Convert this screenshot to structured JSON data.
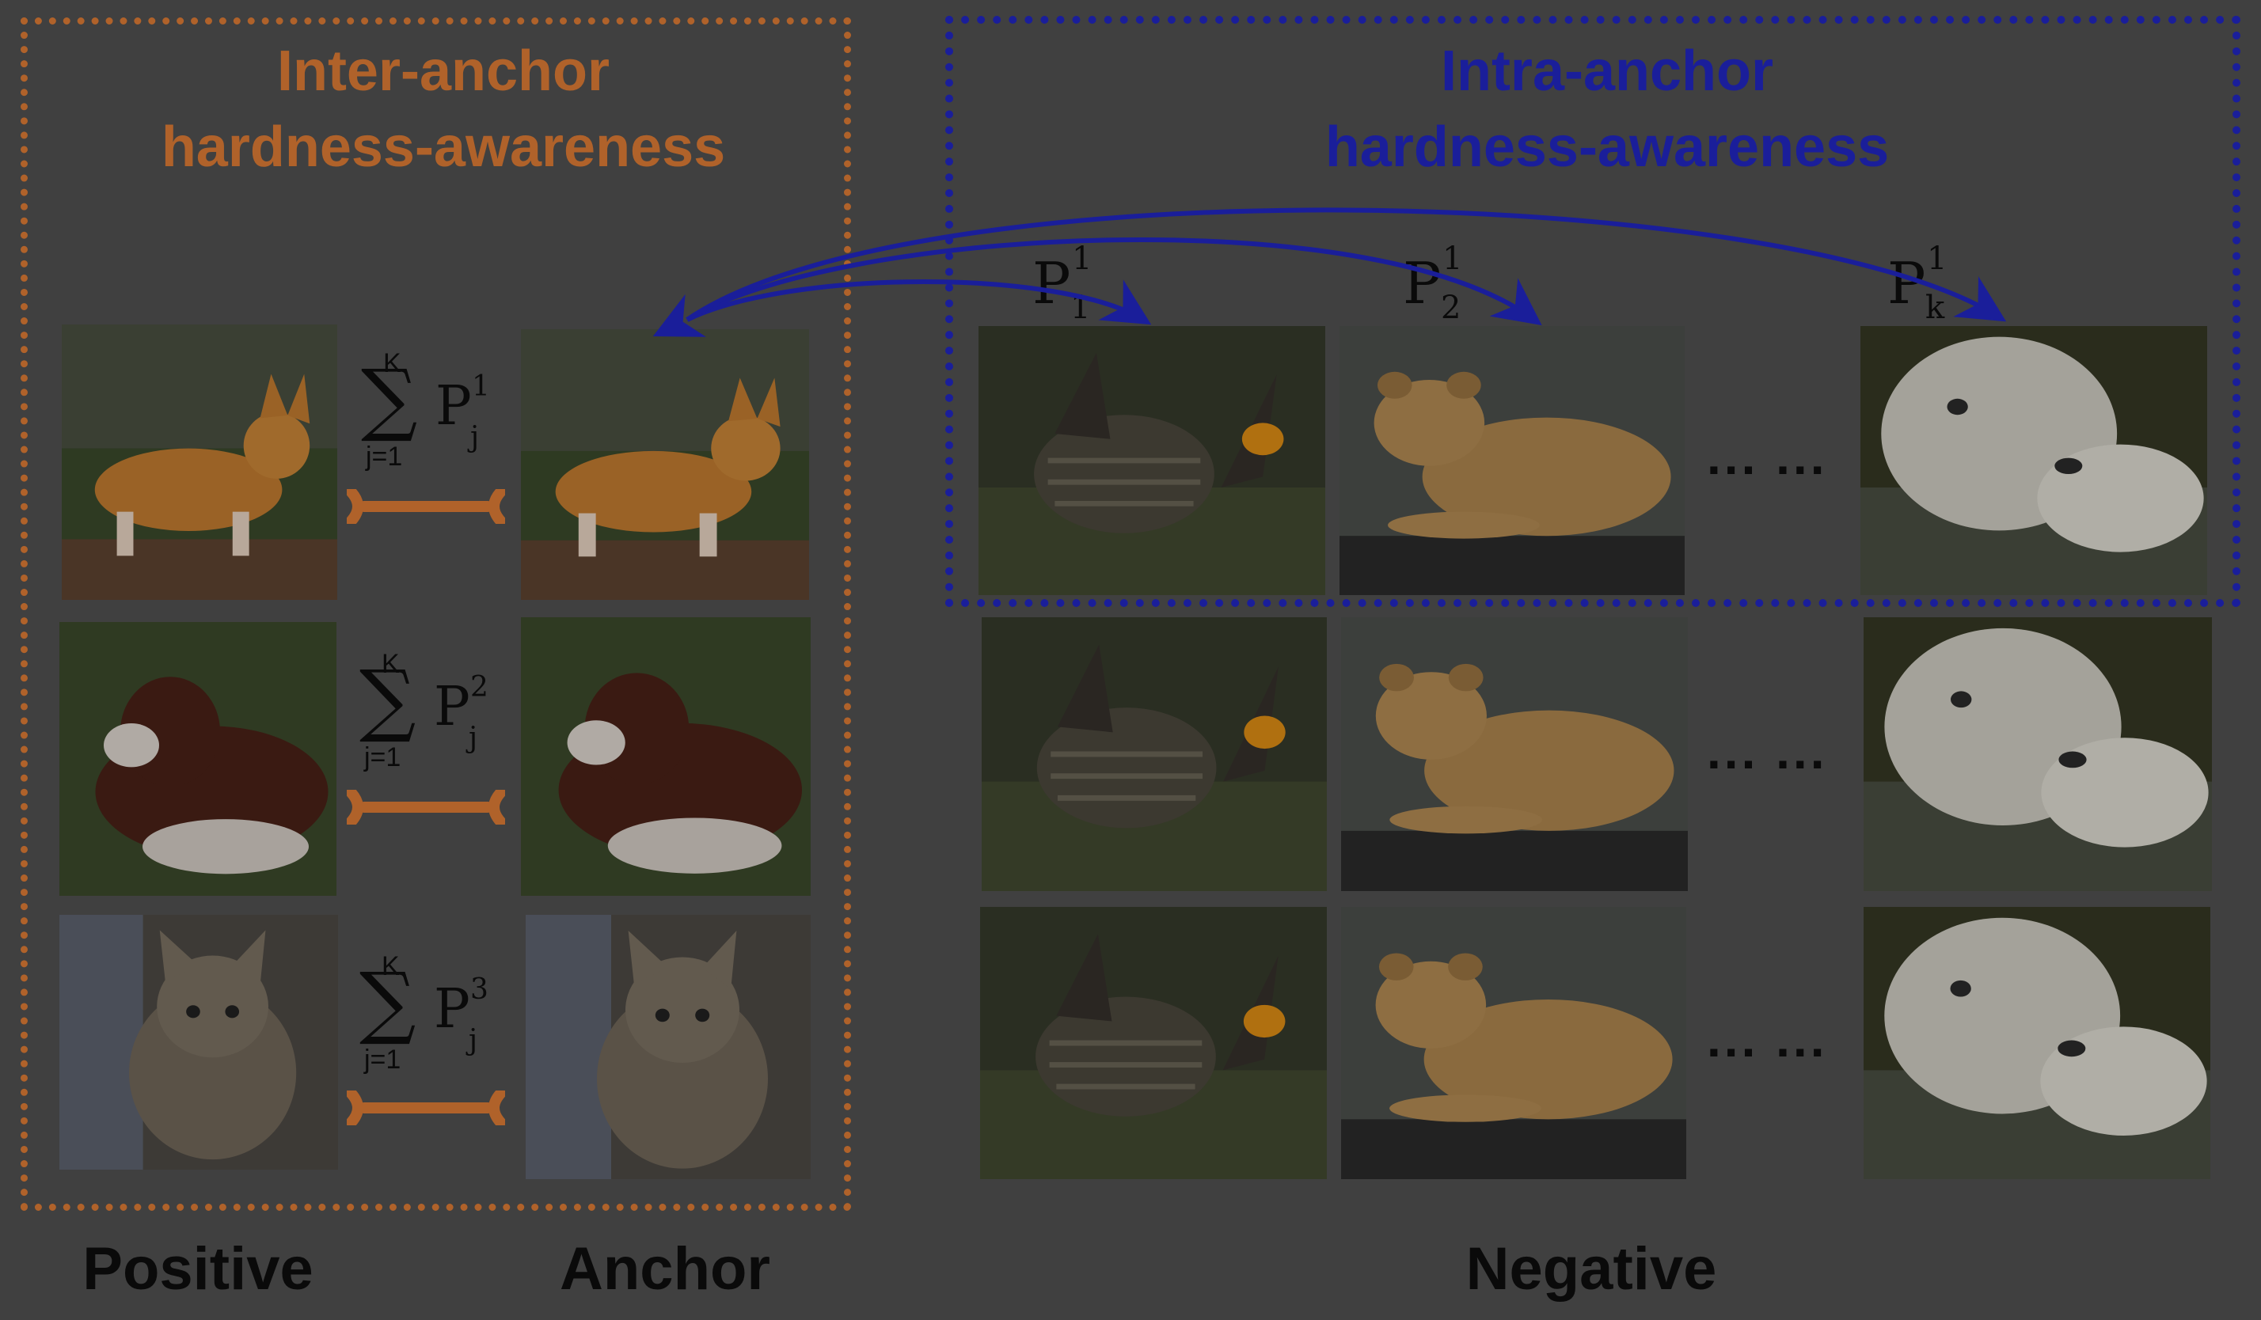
{
  "titles": {
    "inter_line1": "Inter-anchor",
    "inter_line2": "hardness-awareness",
    "intra_line1": "Intra-anchor",
    "intra_line2": "hardness-awareness"
  },
  "column_labels": {
    "positive": "Positive",
    "anchor": "Anchor",
    "negative": "Negative"
  },
  "formulas": [
    {
      "upper": "K",
      "lower": "j=1",
      "P": "P",
      "sub": "j",
      "sup": "1"
    },
    {
      "upper": "K",
      "lower": "j=1",
      "P": "P",
      "sub": "j",
      "sup": "2"
    },
    {
      "upper": "K",
      "lower": "j=1",
      "P": "P",
      "sub": "j",
      "sup": "3"
    }
  ],
  "p_labels": [
    {
      "P": "P",
      "sub": "1",
      "sup": "1"
    },
    {
      "P": "P",
      "sub": "2",
      "sup": "1"
    },
    {
      "P": "P",
      "sub": "k",
      "sup": "1"
    }
  ],
  "ellipsis": "... ...",
  "colors": {
    "inter": "#b0622a",
    "intra": "#1a1e9a",
    "arrow": "#1a1e9a",
    "background": "#404040"
  },
  "images": {
    "positive": [
      "corgi-photo",
      "spaniel-photo",
      "kitten-photo"
    ],
    "anchor": [
      "corgi-photo",
      "spaniel-photo",
      "kitten-photo"
    ],
    "negative": [
      "prairie-chicken-photo",
      "lion-cub-photo",
      "polar-bear-photo"
    ]
  }
}
